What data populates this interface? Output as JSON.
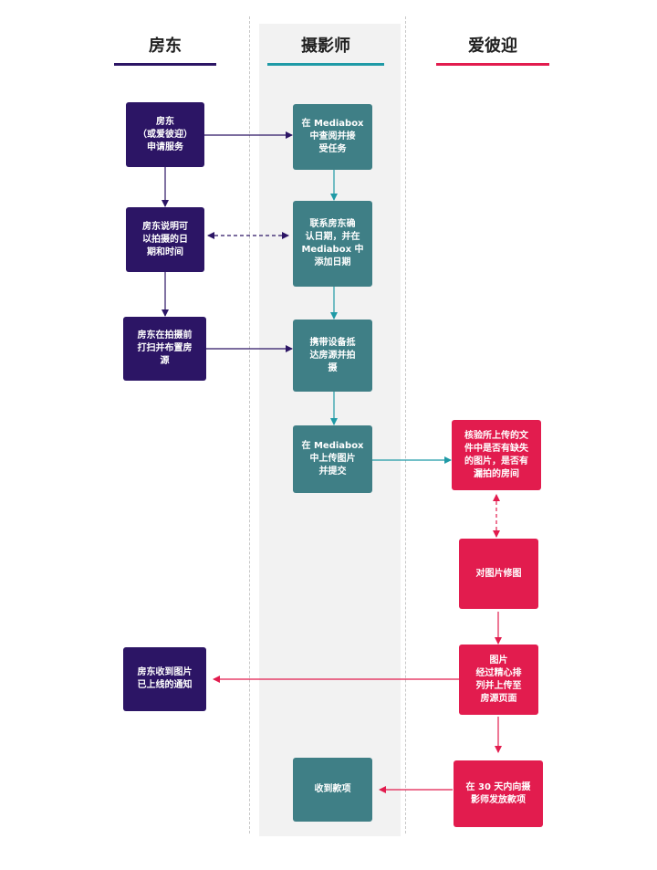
{
  "lanes": {
    "host": {
      "title": "房东",
      "color": "#2c1565"
    },
    "photographer": {
      "title": "摄影师",
      "color": "#1f9aa6"
    },
    "airbnb": {
      "title": "爱彼迎",
      "color": "#e21c4e"
    }
  },
  "nodes": {
    "h1": "房东\n（或爱彼迎）\n申请服务",
    "h2": "房东说明可\n以拍摄的日\n期和时间",
    "h3": "房东在拍摄前\n打扫并布置房\n源",
    "h4": "房东收到图片\n已上线的通知",
    "p1": "在 Mediabox\n中查阅并接\n受任务",
    "p2": "联系房东确\n认日期，并在\nMediabox 中\n添加日期",
    "p3": "携带设备抵\n达房源并拍\n摄",
    "p4": "在 Mediabox\n中上传图片\n并提交",
    "p5": "收到款项",
    "a1": "核验所上传的文\n件中是否有缺失\n的图片，是否有\n漏拍的房间",
    "a2": "对图片修图",
    "a3": "图片\n经过精心排\n列并上传至\n房源页面",
    "a4": "在 30 天内向摄\n影师发放款项"
  },
  "colors": {
    "host": "#2c1565",
    "photographer": "#3f7f86",
    "airbnb": "#e21c4e",
    "teal_arrow": "#1f9aa6"
  }
}
